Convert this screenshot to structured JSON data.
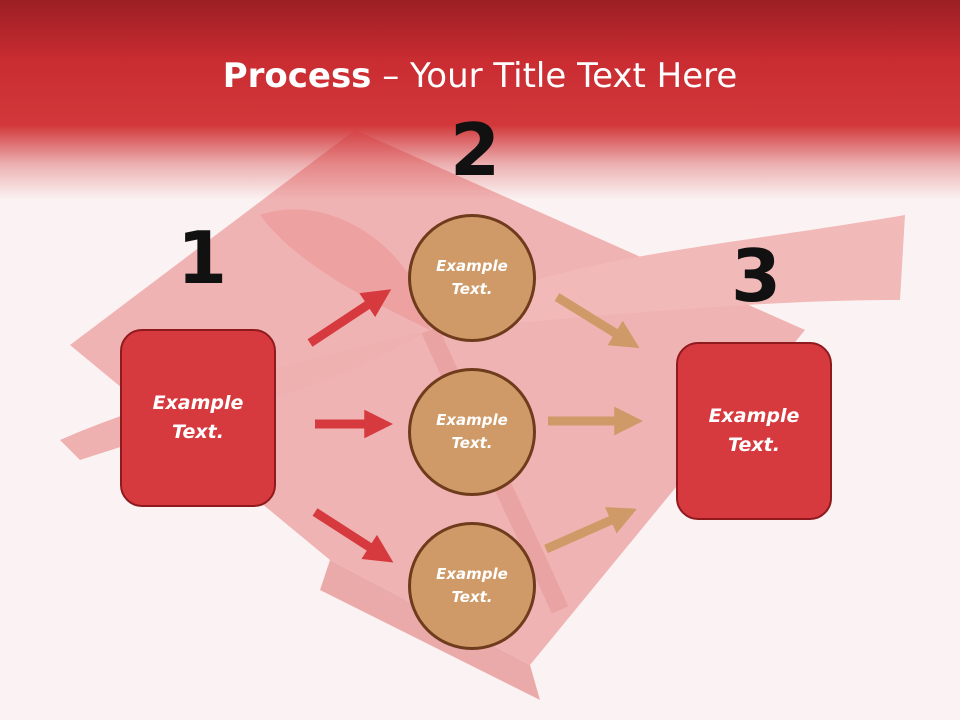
{
  "title": {
    "bold": "Process",
    "rest": " – Your Title Text Here"
  },
  "steps": [
    {
      "number": "1",
      "box_text": "Example Text."
    },
    {
      "number": "2"
    },
    {
      "number": "3",
      "box_text": "Example Text."
    }
  ],
  "circles": [
    {
      "text": "Example Text."
    },
    {
      "text": "Example Text."
    },
    {
      "text": "Example Text."
    }
  ],
  "colors": {
    "header": "#c92c31",
    "box_fill": "#d63a3e",
    "box_border": "#8e1a1e",
    "circle_fill": "#cf9a68",
    "circle_border": "#6e3c1c",
    "arrow_red": "#d63a3e",
    "arrow_tan": "#cf9a68"
  }
}
